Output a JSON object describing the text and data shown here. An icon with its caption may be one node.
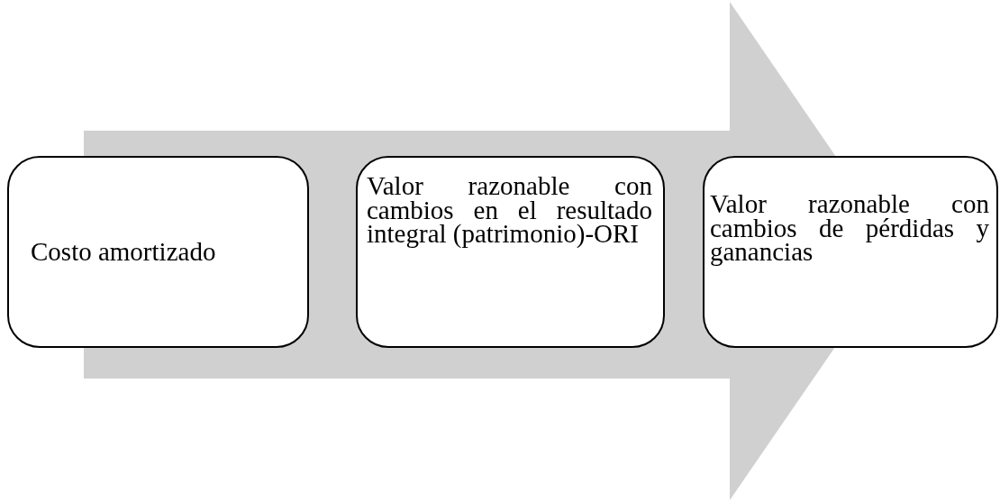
{
  "diagram": {
    "nodes": [
      {
        "text": [
          "Costo amortizado"
        ]
      },
      {
        "text": [
          "Valor razonable con cambios en el resultado integral (patrimonio)-ORI"
        ]
      },
      {
        "text": [
          "Valor razonable con cambios de pérdidas y ganancias"
        ]
      }
    ],
    "edges": [
      {
        "from": 0,
        "to": 2,
        "arrow": "to"
      }
    ]
  }
}
